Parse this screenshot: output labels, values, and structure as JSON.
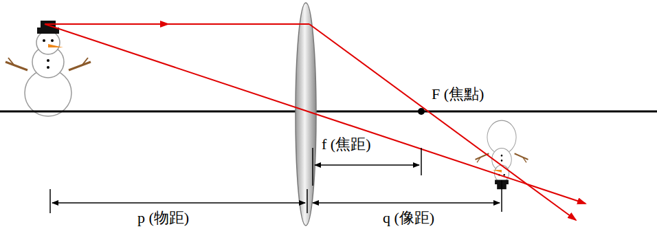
{
  "diagram": {
    "labels": [
      "F (焦點)",
      "f (焦距)",
      "p (物距)",
      "q (像距)"
    ]
  }
}
